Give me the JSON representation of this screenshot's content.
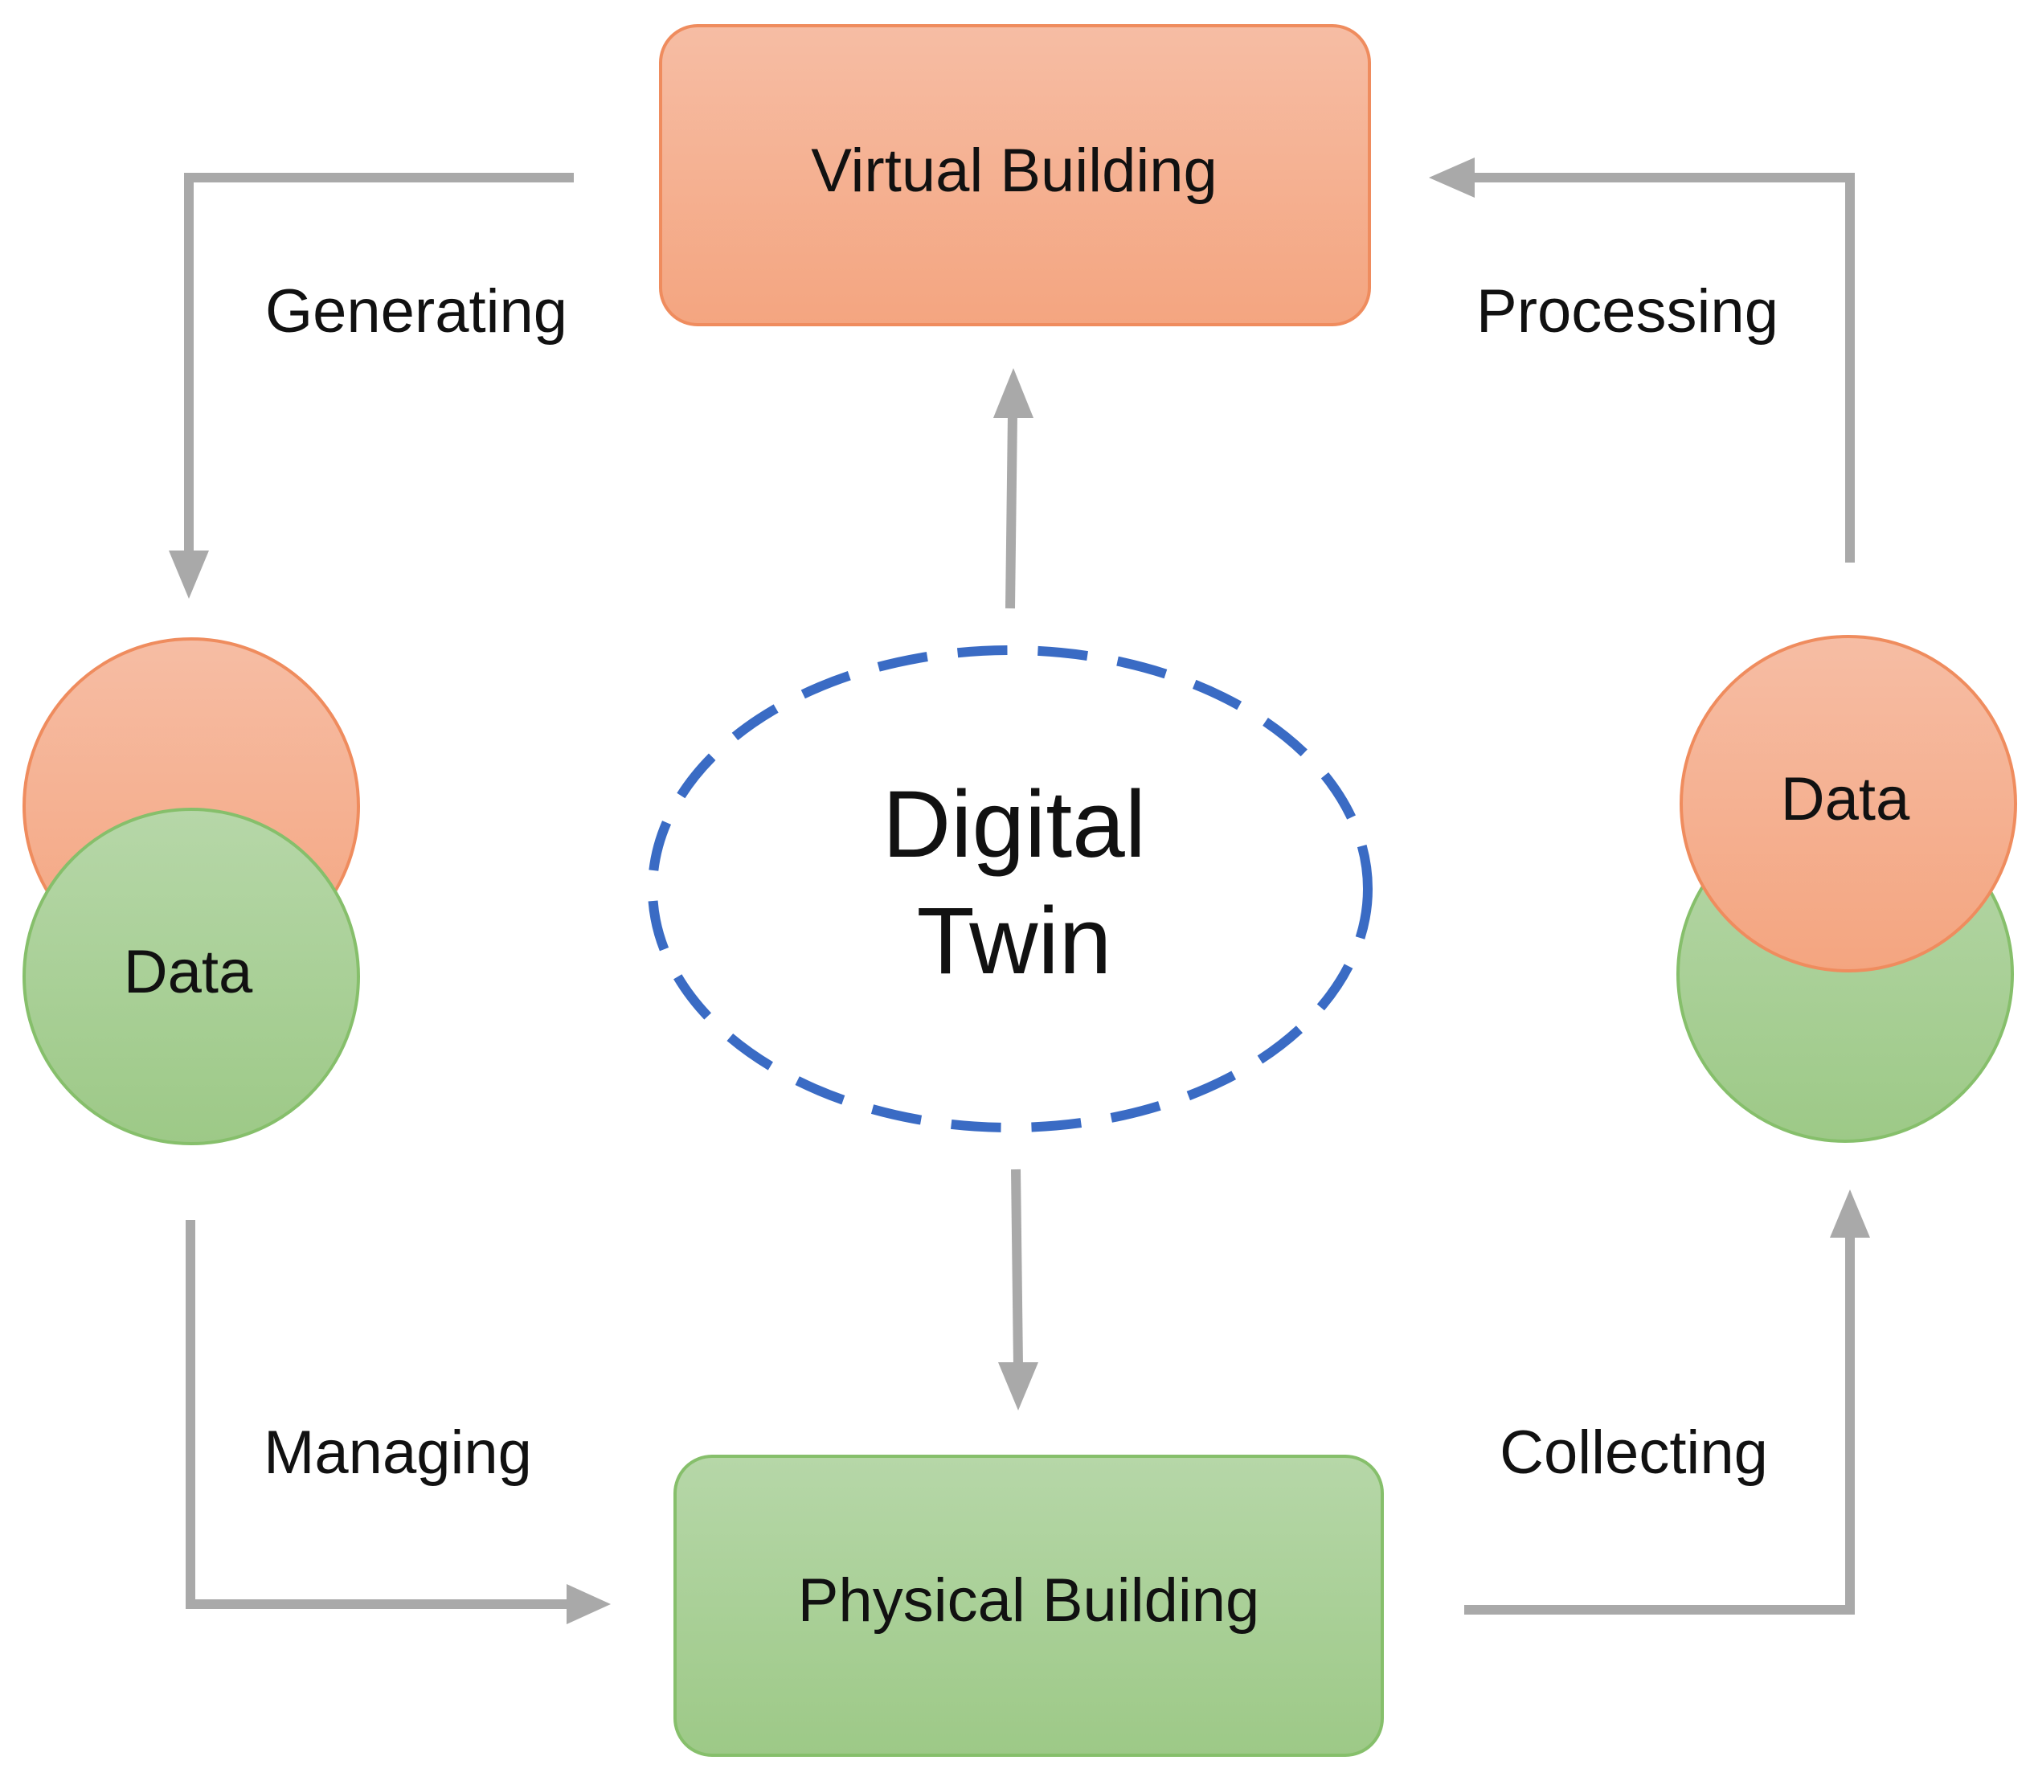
{
  "nodes": {
    "virtual_building": "Virtual Building",
    "physical_building": "Physical Building",
    "digital_twin_line1": "Digital",
    "digital_twin_line2": "Twin",
    "data_left": "Data",
    "data_right": "Data"
  },
  "edges": {
    "generating": "Generating",
    "processing": "Processing",
    "managing": "Managing",
    "collecting": "Collecting"
  },
  "colors": {
    "orange_top": "#f6bda4",
    "orange_bottom": "#f4a580",
    "orange_stroke": "#ef8c5e",
    "green_top": "#b6d7a8",
    "green_bottom": "#9dc987",
    "green_stroke": "#86bf6b",
    "arrow": "#a9a9a9",
    "dashed_ellipse": "#3a6bc4"
  }
}
